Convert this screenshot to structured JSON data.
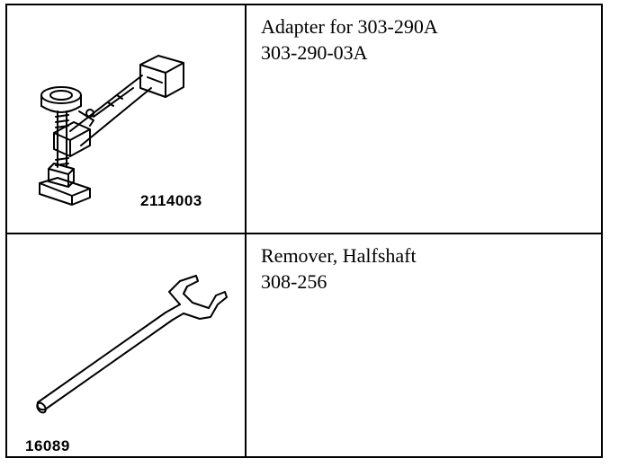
{
  "tools": [
    {
      "name": "Adapter for 303-290A",
      "number": "303-290-03A",
      "figure_id": "2114003"
    },
    {
      "name": "Remover, Halfshaft",
      "number": "308-256",
      "figure_id": "16089"
    }
  ]
}
